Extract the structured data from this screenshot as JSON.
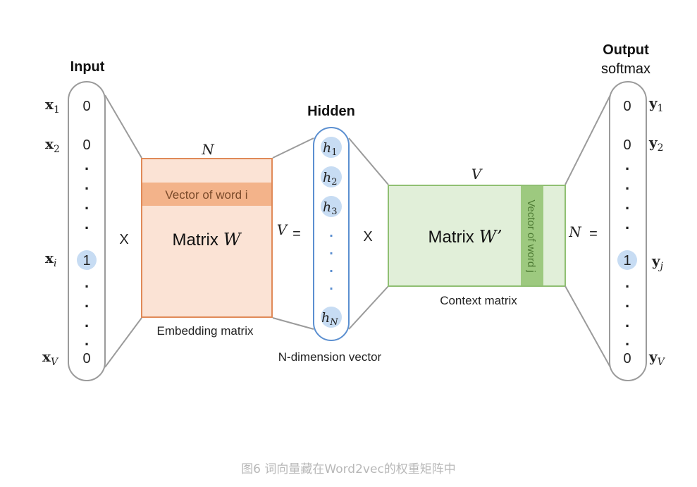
{
  "input": {
    "title": "Input",
    "labels": [
      {
        "base": "x",
        "sub": "1"
      },
      {
        "base": "x",
        "sub": "2"
      },
      {
        "base": "x",
        "sub": "i"
      },
      {
        "base": "x",
        "sub": "V"
      }
    ],
    "values": {
      "first": "0",
      "second": "0",
      "active": "1",
      "last": "0"
    },
    "dots": "."
  },
  "operator_multiply": "X",
  "embedding": {
    "n_label": "N",
    "v_label": "V",
    "row_label": "Vector of word i",
    "matrix_text": "Matrix",
    "matrix_var": "W",
    "caption": "Embedding matrix"
  },
  "equals": "=",
  "hidden": {
    "title": "Hidden",
    "units": [
      {
        "base": "h",
        "sub": "1"
      },
      {
        "base": "h",
        "sub": "2"
      },
      {
        "base": "h",
        "sub": "3"
      },
      {
        "base": "h",
        "sub": "N"
      }
    ],
    "caption": "N-dimension vector",
    "dots": "."
  },
  "context": {
    "v_label": "V",
    "n_label": "N",
    "col_label": "Vector of word j",
    "matrix_text": "Matrix",
    "matrix_var": "W’",
    "caption": "Context matrix"
  },
  "output": {
    "title": "Output",
    "subtitle": "softmax",
    "labels": [
      {
        "base": "y",
        "sub": "1"
      },
      {
        "base": "y",
        "sub": "2"
      },
      {
        "base": "y",
        "sub": "j"
      },
      {
        "base": "y",
        "sub": "V"
      }
    ],
    "values": {
      "first": "0",
      "second": "0",
      "active": "1",
      "last": "0"
    },
    "dots": "."
  },
  "figure_caption": "图6 词向量藏在Word2vec的权重矩阵中",
  "colors": {
    "embedding_fill": "#fbe3d5",
    "embedding_border": "#e08a58",
    "embedding_row": "#f3b38a",
    "context_fill": "#e1efd9",
    "context_border": "#8fbf72",
    "context_col": "#9dc97f",
    "hidden_border": "#5b8fd0",
    "unit_fill": "#c7dcf3",
    "oval_border": "#9b9b9b"
  }
}
